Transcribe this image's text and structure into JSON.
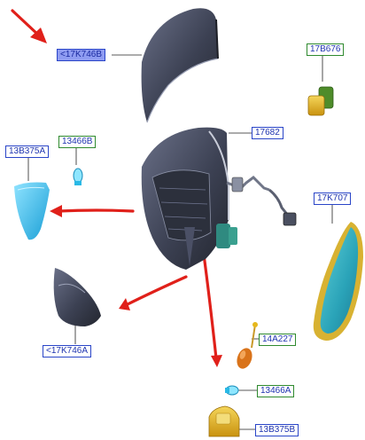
{
  "labels": {
    "part_17K746B": "<17K746B",
    "part_17B676": "17B676",
    "part_17682": "17682",
    "part_13466B": "13466B",
    "part_13B375A": "13B375A",
    "part_17K707": "17K707",
    "part_17K746A": "<17K746A",
    "part_14A227": "14A227",
    "part_13466A": "13466A",
    "part_13B375B": "13B375B"
  },
  "colors": {
    "label_border_blue": "#2a45c8",
    "label_border_green": "#2f8a2f",
    "label_text": "#1f34b0",
    "selected_fill": "#8f9cf2",
    "arrow_red": "#e0201a",
    "housing_dark": "#3c4153",
    "lamp_cyan": "#29b9e6",
    "glass_cyan": "#2aa3b8",
    "glass_rim": "#d8b232",
    "bulb_orange": "#d9731a",
    "connector_yellow": "#e6b81c",
    "connector_green": "#4e8c2a"
  }
}
